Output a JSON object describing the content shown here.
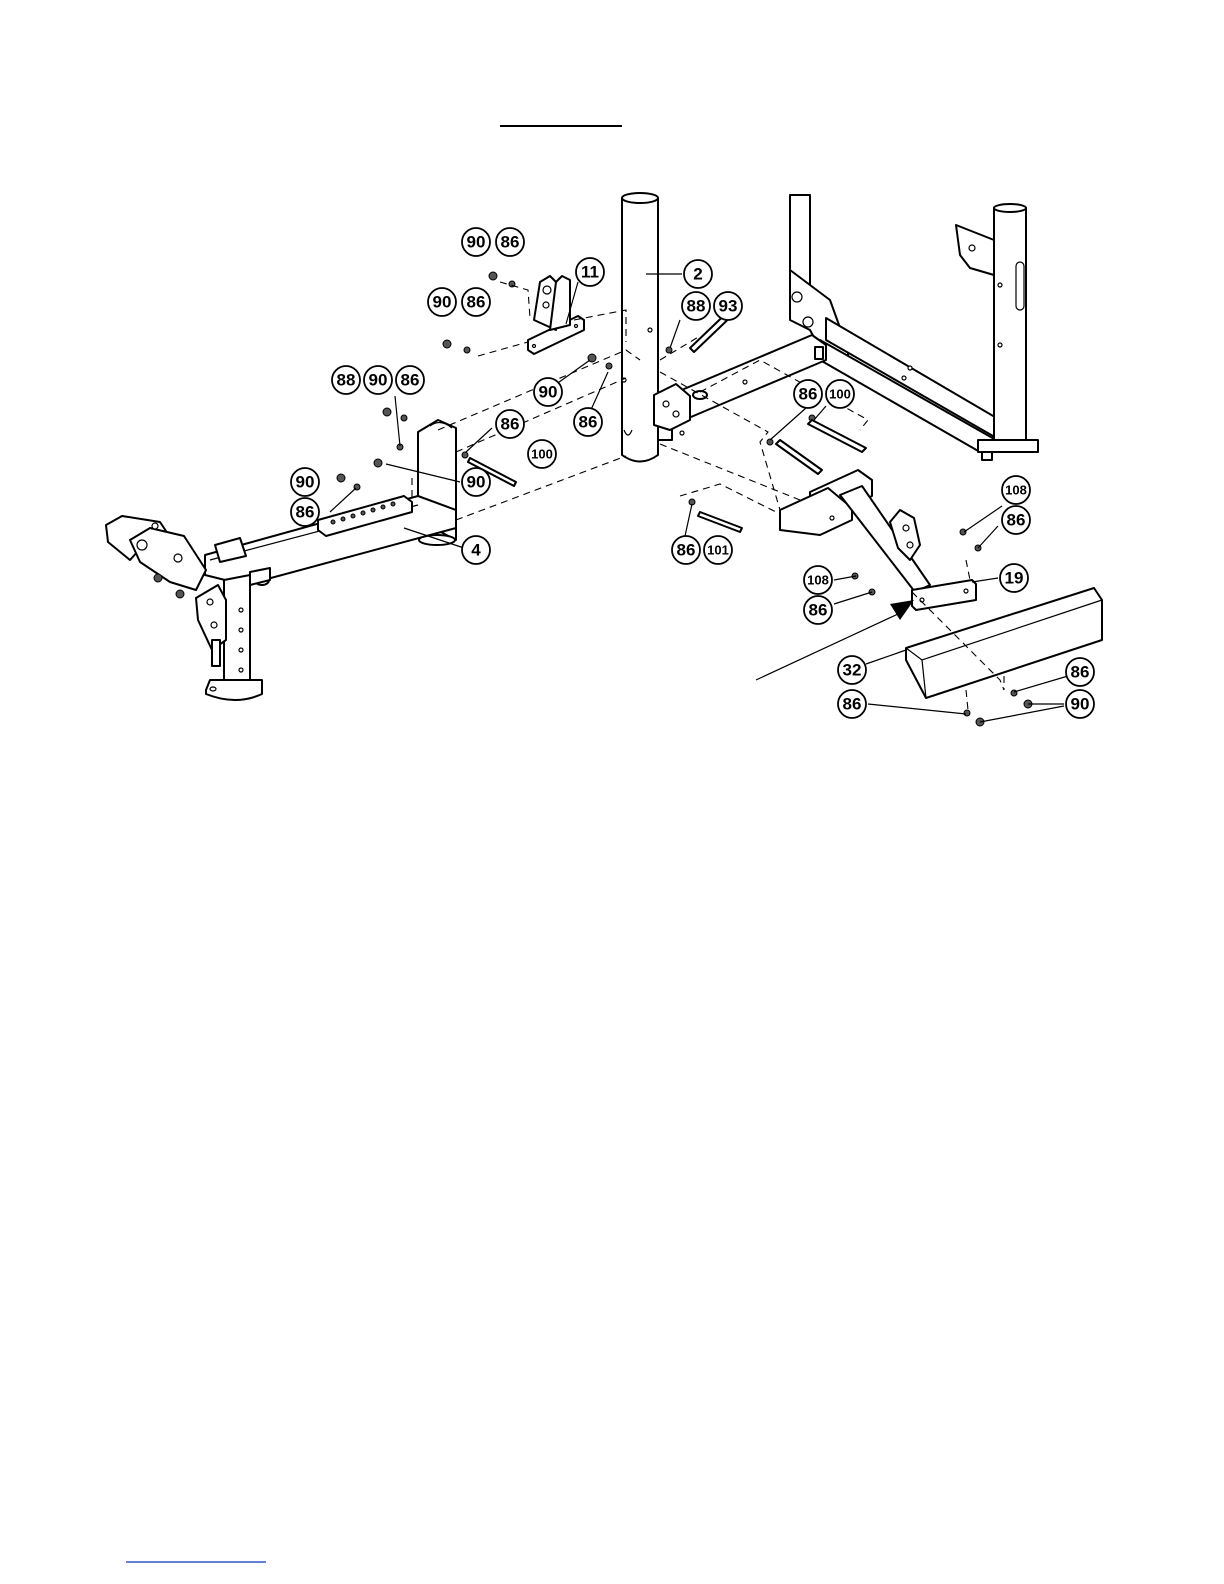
{
  "diagram": {
    "callouts": [
      {
        "label": "90"
      },
      {
        "label": "86"
      },
      {
        "label": "11"
      },
      {
        "label": "90"
      },
      {
        "label": "86"
      },
      {
        "label": "2"
      },
      {
        "label": "88"
      },
      {
        "label": "93"
      },
      {
        "label": "88"
      },
      {
        "label": "90"
      },
      {
        "label": "86"
      },
      {
        "label": "90"
      },
      {
        "label": "86"
      },
      {
        "label": "86"
      },
      {
        "label": "100"
      },
      {
        "label": "86"
      },
      {
        "label": "100"
      },
      {
        "label": "90"
      },
      {
        "label": "90"
      },
      {
        "label": "86"
      },
      {
        "label": "4"
      },
      {
        "label": "108"
      },
      {
        "label": "86"
      },
      {
        "label": "86"
      },
      {
        "label": "101"
      },
      {
        "label": "108"
      },
      {
        "label": "19"
      },
      {
        "label": "86"
      },
      {
        "label": "32"
      },
      {
        "label": "86"
      },
      {
        "label": "86"
      },
      {
        "label": "90"
      }
    ]
  }
}
